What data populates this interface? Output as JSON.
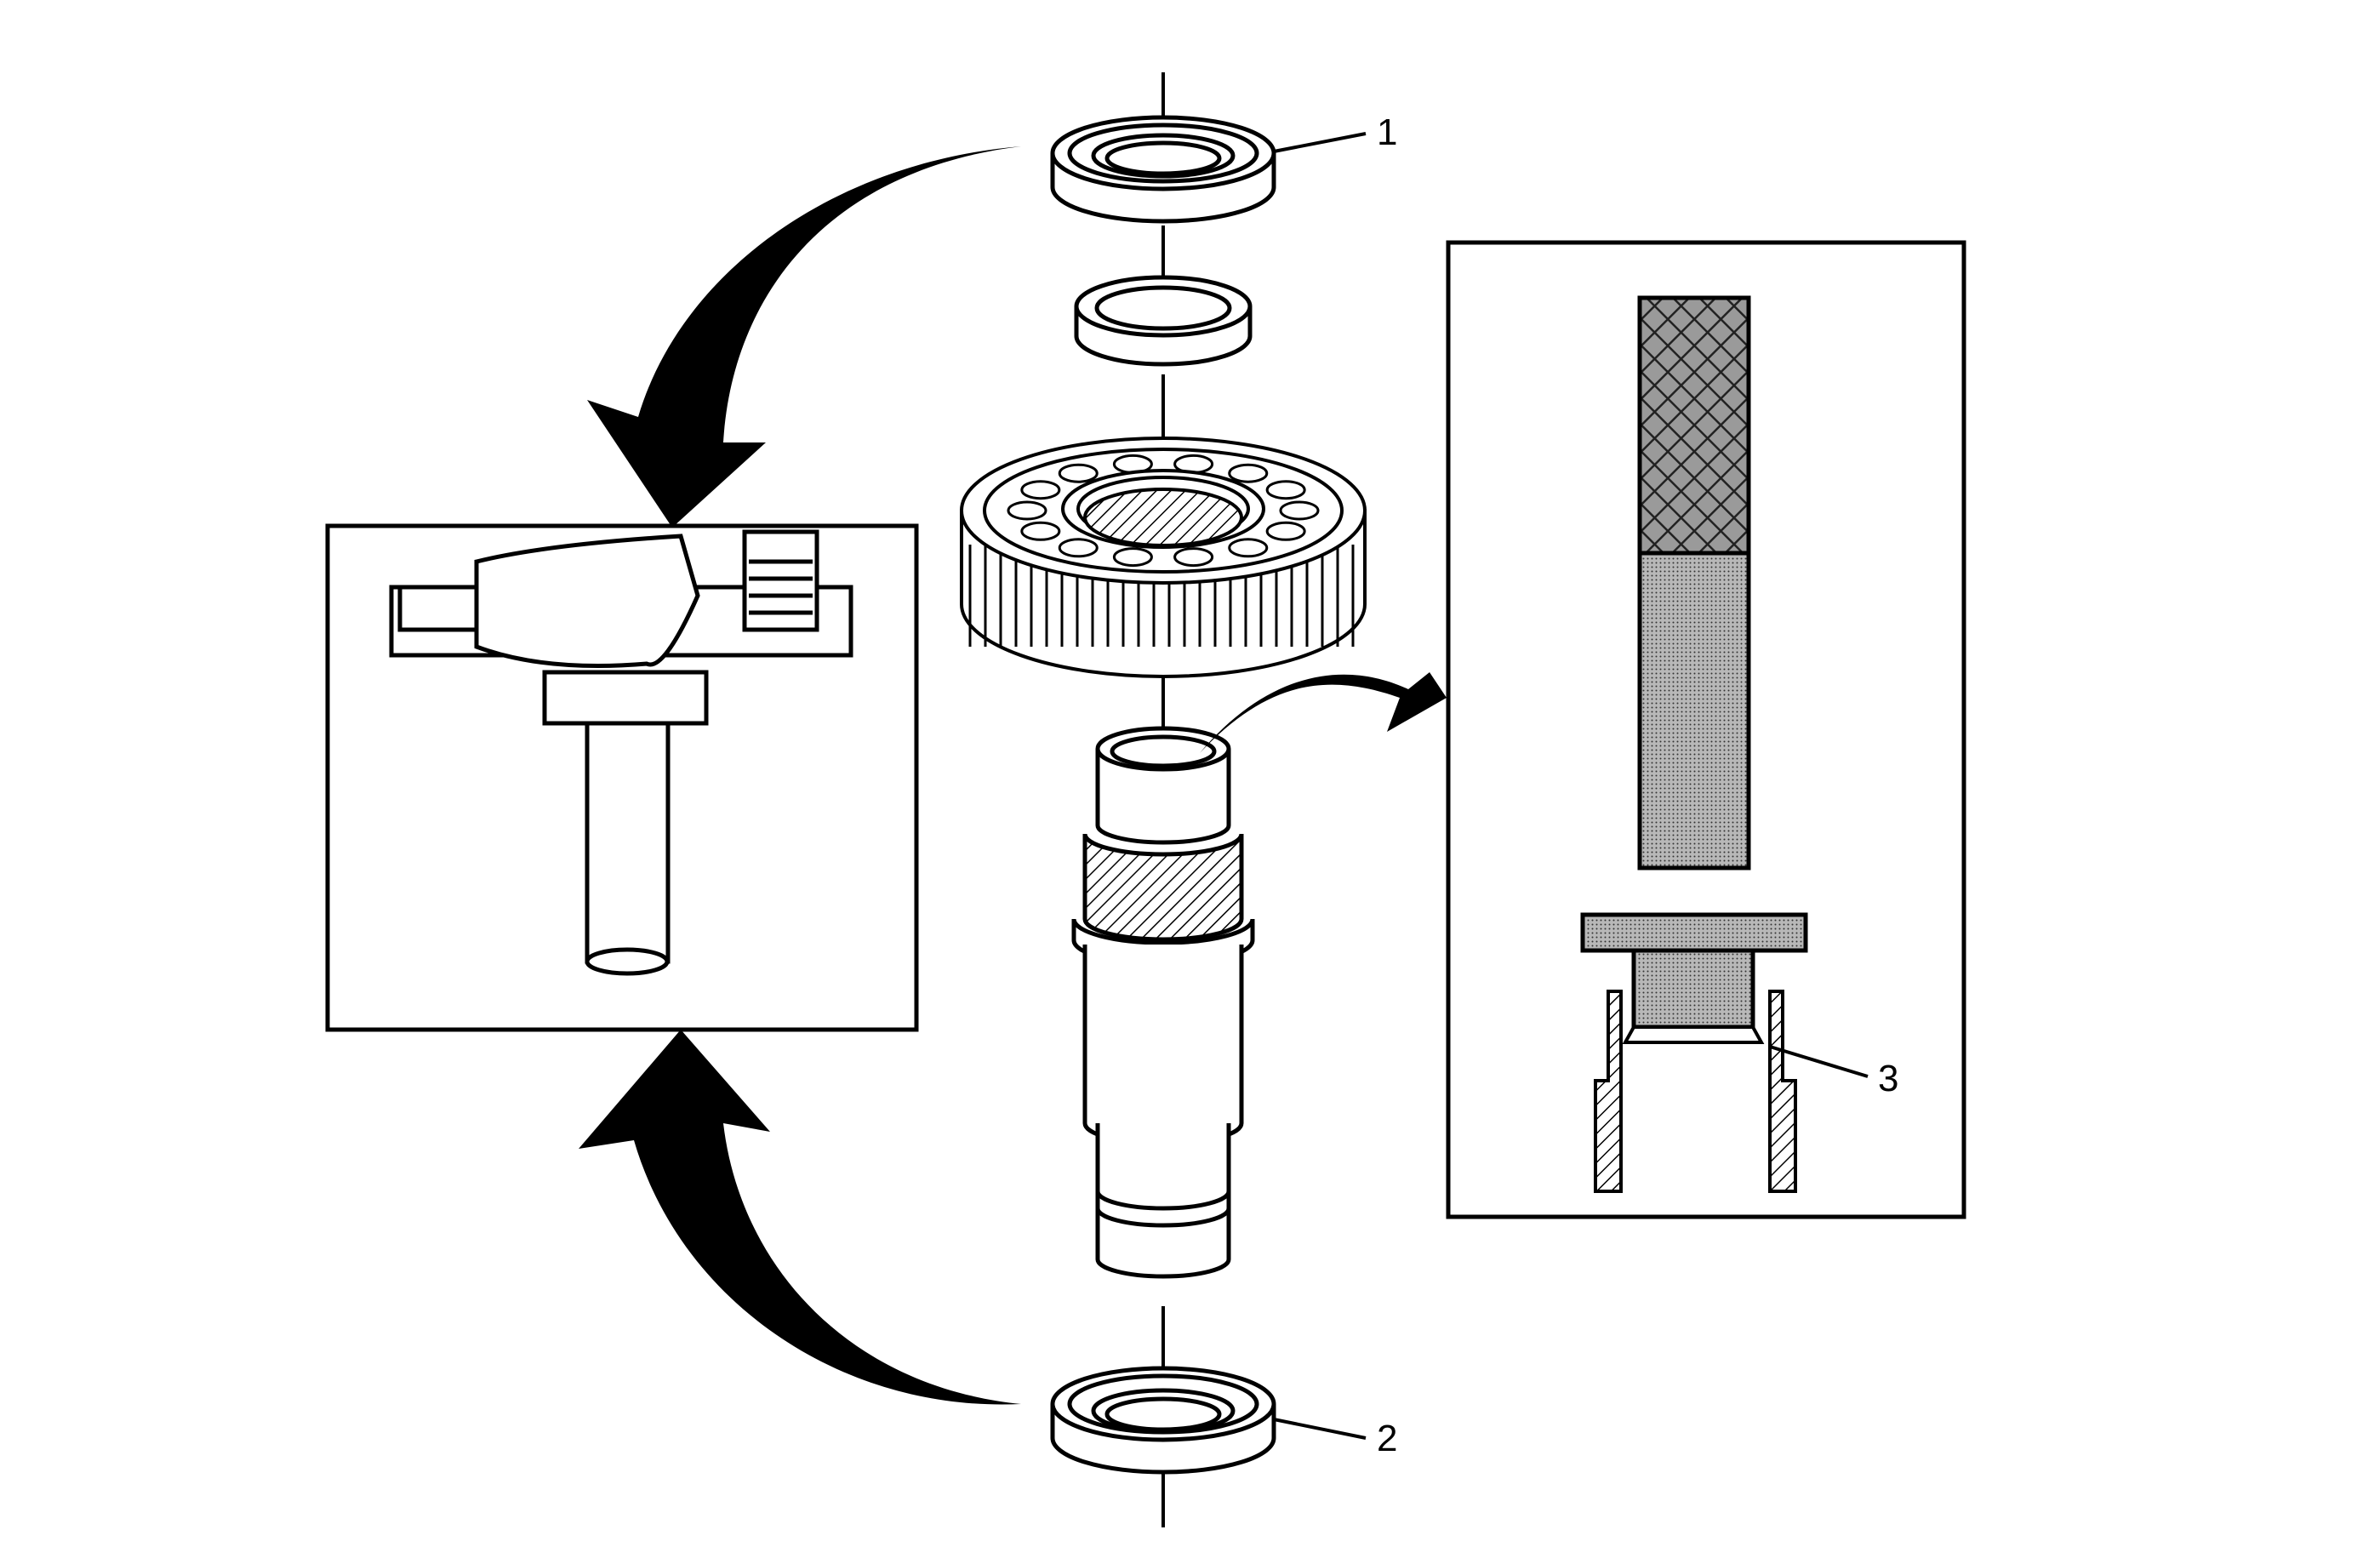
{
  "callouts": [
    {
      "id": "1",
      "label": "1"
    },
    {
      "id": "2",
      "label": "2"
    },
    {
      "id": "3",
      "label": "3"
    }
  ],
  "colors": {
    "line": "#000000",
    "fill": "#ffffff",
    "hatch": "#555555"
  },
  "icons": {
    "upper_arrow": "curved-arrow-down-icon",
    "lower_arrow": "curved-arrow-up-icon",
    "right_arrow": "curved-arrow-right-icon"
  }
}
